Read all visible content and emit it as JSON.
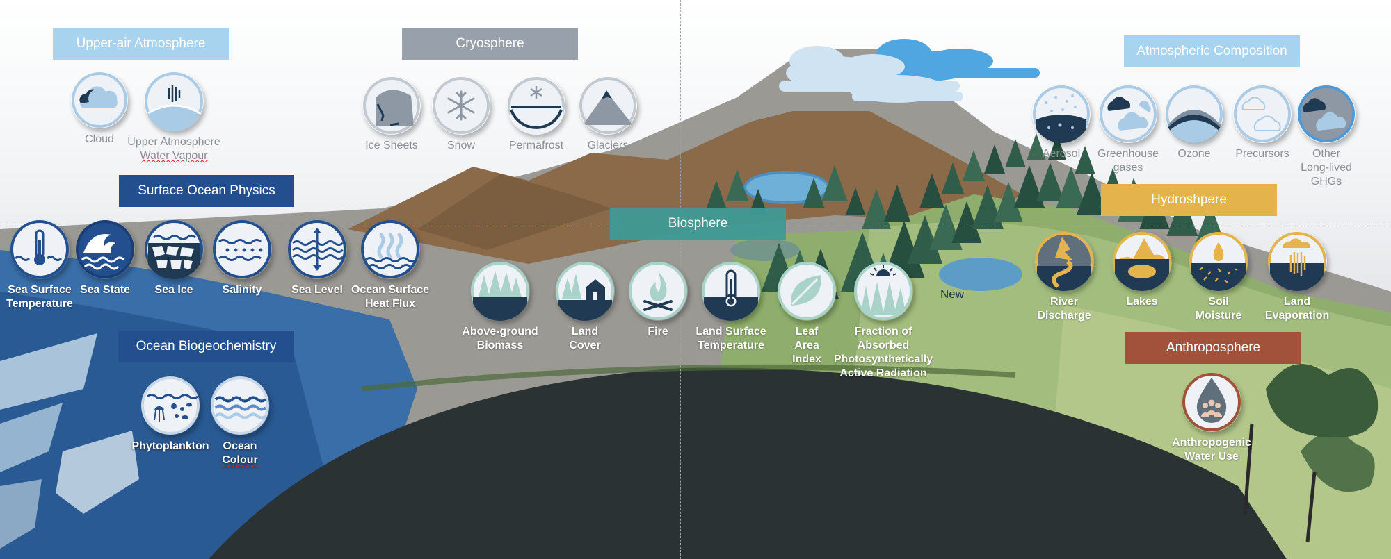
{
  "categories": {
    "upper_air": "Upper-air Atmosphere",
    "cryosphere": "Cryosphere",
    "atmos_comp": "Atmospheric Composition",
    "surface_ocean": "Surface Ocean Physics",
    "biosphere": "Biosphere",
    "hydrosphere": "Hydroshpere",
    "ocean_bgc": "Ocean Biogeochemistry",
    "anthroposphere": "Anthroposphere"
  },
  "variables": {
    "cloud": "Cloud",
    "upper_wv_1": "Upper Atmosphere",
    "upper_wv_2": "Water Vapour",
    "ice_sheets": "Ice Sheets",
    "snow": "Snow",
    "permafrost": "Permafrost",
    "glaciers": "Glaciers",
    "aerosol": "Aerosol",
    "ghg": "Greenhouse\ngases",
    "ozone": "Ozone",
    "precursors": "Precursors",
    "other_ghg": "Other\nLong-lived\nGHGs",
    "sst": "Sea Surface\nTemperature",
    "sea_state": "Sea State",
    "sea_ice": "Sea Ice",
    "salinity": "Salinity",
    "sea_level": "Sea Level",
    "heat_flux": "Ocean Surface\nHeat Flux",
    "biomass": "Above-ground\nBiomass",
    "land_cover": "Land\nCover",
    "fire": "Fire",
    "lst": "Land Surface\nTemperature",
    "lai": "Leaf\nArea\nIndex",
    "fapar": "Fraction of\nAbsorbed\nPhotosynthetically\nActive Radiation",
    "river": "River\nDischarge",
    "lakes": "Lakes",
    "soil": "Soil\nMoisture",
    "evap": "Land\nEvaporation",
    "phyto": "Phytoplankton",
    "colour_1": "Ocean",
    "colour_2": "Colour",
    "anthro_water": "Anthropogenic\nWater Use"
  },
  "annotation": "New",
  "colors": {
    "banner_light_blue": "#a7d3ee",
    "banner_grey": "#98a0ab",
    "banner_navy": "#234f8e",
    "banner_teal": "#3f9b95",
    "banner_gold": "#e4b34c",
    "banner_rust": "#a2513a",
    "ocean_blue": "#2a5a93",
    "forest_green": "#2f5d4a",
    "soil_dark": "#2b3234"
  },
  "icons": {
    "cloud": "cloud-icon",
    "upper_wv": "water-vapour-icon",
    "ice_sheets": "ice-sheet-icon",
    "snow": "snowflake-icon",
    "permafrost": "permafrost-icon",
    "glaciers": "glacier-icon",
    "aerosol": "aerosol-icon",
    "ghg": "greenhouse-gas-icon",
    "ozone": "ozone-layer-icon",
    "precursors": "precursors-icon",
    "other_ghg": "long-lived-ghg-icon",
    "sst": "thermometer-wave-icon",
    "sea_state": "wave-icon",
    "sea_ice": "sea-ice-icon",
    "salinity": "salinity-icon",
    "sea_level": "sea-level-icon",
    "heat_flux": "heat-flux-icon",
    "biomass": "trees-icon",
    "land_cover": "house-trees-icon",
    "fire": "fire-icon",
    "lst": "land-thermometer-icon",
    "lai": "leaf-icon",
    "fapar": "sun-forest-icon",
    "river": "river-icon",
    "lakes": "lake-icon",
    "soil": "soil-moisture-icon",
    "evap": "evaporation-icon",
    "phyto": "phytoplankton-icon",
    "colour": "ocean-colour-icon",
    "anthro": "water-drop-people-icon"
  }
}
